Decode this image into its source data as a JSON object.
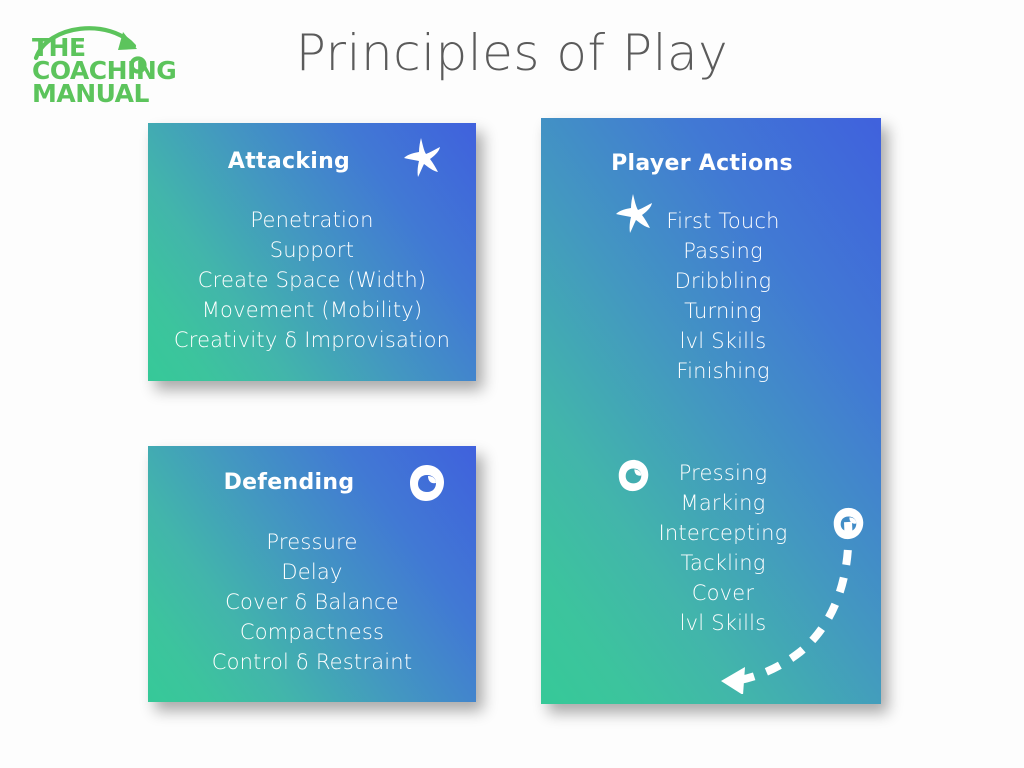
{
  "logo": {
    "name": "the-coaching-manual",
    "line1": "THE",
    "line2": "COACHING",
    "line3": "MANUAL",
    "color": "#5cc45c"
  },
  "header": {
    "title": "Principles of Play",
    "title_color": "#5b5b5b"
  },
  "theme": {
    "background": "#fdfdfd",
    "card_gradient_start": "#36c998",
    "card_gradient_end": "#4061dd",
    "card_text": "#ffffff"
  },
  "cards": [
    {
      "id": "attacking",
      "title": "Attacking",
      "icon": "cross-marker-icon",
      "items": [
        "Penetration",
        "Support",
        "Create Space (Width)",
        "Movement (Mobility)",
        "Creativity δ Improvisation"
      ]
    },
    {
      "id": "defending",
      "title": "Defending",
      "icon": "ball-icon",
      "items": [
        "Pressure",
        "Delay",
        "Cover δ Balance",
        "Compactness",
        "Control δ Restraint"
      ]
    },
    {
      "id": "player-actions",
      "title": "Player Actions",
      "icon_top": "cross-marker-icon",
      "icon_bottom": "ball-icon",
      "items_top": [
        "First Touch",
        "Passing",
        "Dribbling",
        "Turning",
        "lvl Skills",
        "Finishing"
      ],
      "items_bottom": [
        "Pressing",
        "Marking",
        "Intercepting",
        "Tackling",
        "Cover",
        "lvl Skills"
      ]
    }
  ],
  "annotations": {
    "dashed_arrow": "dashed-curved-arrow-icon",
    "dashed_arrow_direction": "left"
  }
}
